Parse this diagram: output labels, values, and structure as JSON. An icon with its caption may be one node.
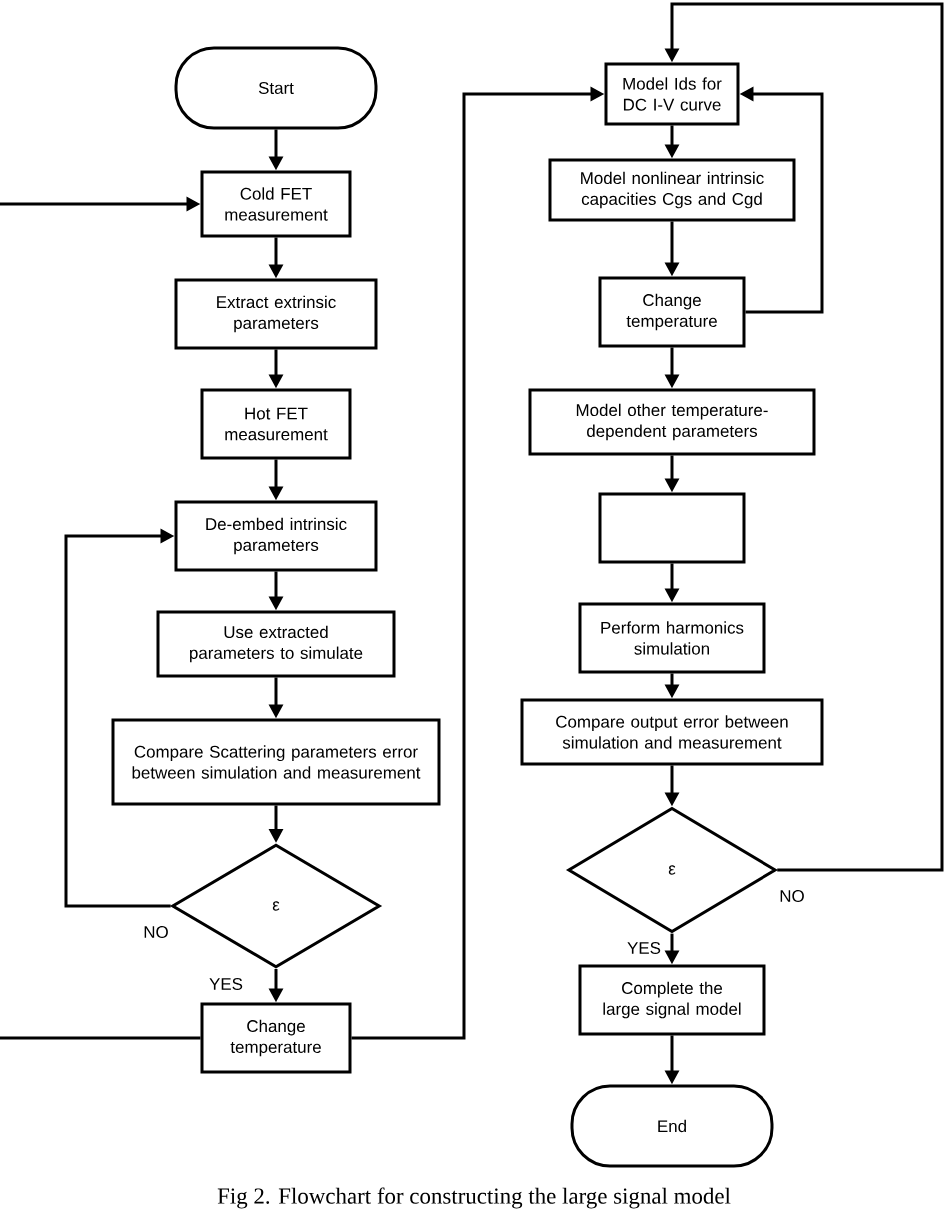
{
  "diagram": {
    "caption": "Fig 2. Flowchart for constructing the large signal model",
    "nodes": [
      {
        "text": [
          "Start"
        ]
      },
      {
        "text": [
          "Cold FET measurement"
        ]
      },
      {
        "text": [
          "Extract extrinsic parameters"
        ]
      },
      {
        "text": [
          "Hot FET measurement"
        ]
      },
      {
        "text": [
          "De-embed intrinsic parameters"
        ]
      },
      {
        "text": [
          "Use extracted parameters to simulate"
        ]
      },
      {
        "text": [
          "Compare Scattering parameters error between simulation and measurement"
        ]
      },
      {
        "text": [
          "ε"
        ]
      },
      {
        "text": [
          "Change temperature"
        ]
      },
      {
        "text": [
          "Model Ids for DC I-V curve"
        ]
      },
      {
        "text": [
          "Model nonlinear intrinsic capacities Cgs and Cgd"
        ]
      },
      {
        "text": [
          "Change temperature"
        ]
      },
      {
        "text": [
          "Model other temperature-dependent parameters"
        ]
      },
      {
        "text": [],
        "shape": "box"
      },
      {
        "text": [
          "Perform harmonics simulation"
        ]
      },
      {
        "text": [
          "Compare output error between simulation and measurement"
        ]
      },
      {
        "text": [
          "ε"
        ]
      },
      {
        "text": [
          "Complete the large signal model"
        ]
      },
      {
        "text": [
          "End"
        ]
      }
    ],
    "edges": [
      {
        "from": 0,
        "to": 1,
        "arrow": "to"
      },
      {
        "from": 1,
        "to": 2,
        "arrow": "to"
      },
      {
        "from": 2,
        "to": 3,
        "arrow": "to"
      },
      {
        "from": 3,
        "to": 4,
        "arrow": "to"
      },
      {
        "from": 4,
        "to": 5,
        "arrow": "to"
      },
      {
        "from": 5,
        "to": 6,
        "arrow": "to"
      },
      {
        "from": 6,
        "to": 7,
        "arrow": "to"
      },
      {
        "from": 7,
        "to": 4,
        "arrow": "to",
        "label": "NO"
      },
      {
        "from": 7,
        "to": 8,
        "arrow": "to",
        "label": "YES"
      },
      {
        "from": 8,
        "to": 1,
        "arrow": "to"
      },
      {
        "from": 8,
        "to": 9,
        "arrow": "to"
      },
      {
        "from": 9,
        "to": 10,
        "arrow": "to"
      },
      {
        "from": 10,
        "to": 11,
        "arrow": "to"
      },
      {
        "from": 11,
        "to": 9,
        "arrow": "to"
      },
      {
        "from": 11,
        "to": 12,
        "arrow": "to"
      },
      {
        "from": 12,
        "to": 13,
        "arrow": "to"
      },
      {
        "from": 13,
        "to": 14,
        "arrow": "to"
      },
      {
        "from": 14,
        "to": 15,
        "arrow": "to"
      },
      {
        "from": 15,
        "to": 16,
        "arrow": "to"
      },
      {
        "from": 16,
        "to": 9,
        "arrow": "to",
        "label": "NO"
      },
      {
        "from": 16,
        "to": 17,
        "arrow": "to",
        "label": "YES"
      },
      {
        "from": 17,
        "to": 18,
        "arrow": "to"
      }
    ]
  }
}
